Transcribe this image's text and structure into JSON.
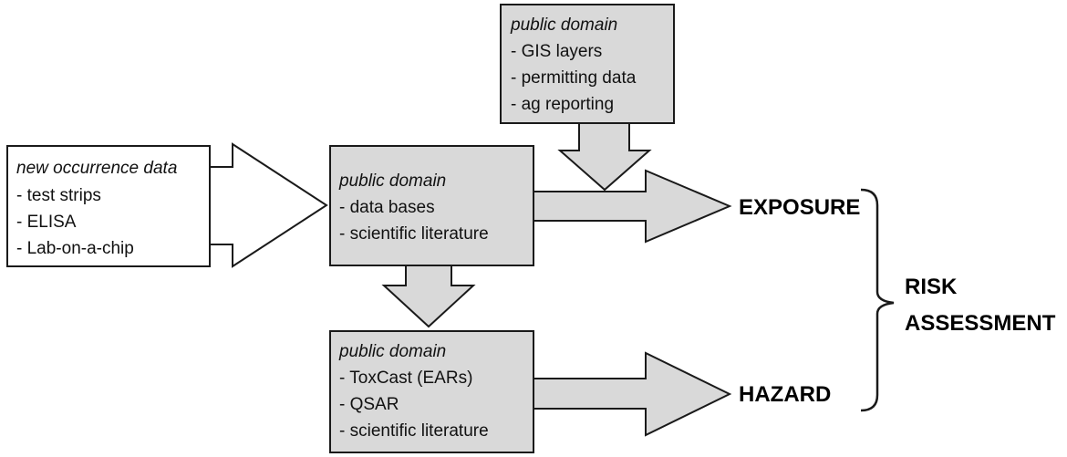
{
  "new_data_box": {
    "heading": "new occurrence data",
    "items": [
      "- test strips",
      "- ELISA",
      "- Lab-on-a-chip"
    ]
  },
  "center_box": {
    "heading": "public domain",
    "items": [
      "- data bases",
      "- scientific literature"
    ]
  },
  "top_box": {
    "heading": "public domain",
    "items": [
      "- GIS layers",
      "- permitting data",
      "- ag reporting"
    ]
  },
  "bottom_box": {
    "heading": "public domain",
    "items": [
      "- ToxCast (EARs)",
      "- QSAR",
      "- scientific literature"
    ]
  },
  "outputs": {
    "exposure": "EXPOSURE",
    "hazard": "HAZARD",
    "risk_line1": "RISK",
    "risk_line2": "ASSESSMENT"
  },
  "colors": {
    "box_fill": "#d9d9d9",
    "white_fill": "#ffffff",
    "stroke": "#1a1a1a"
  }
}
